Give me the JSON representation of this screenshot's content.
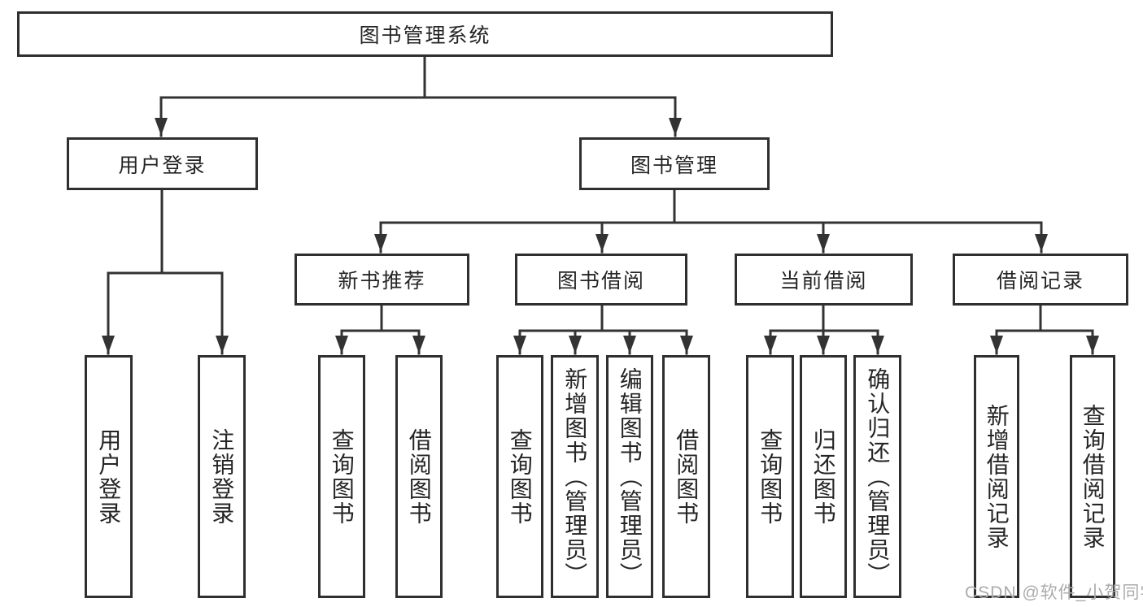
{
  "diagram": {
    "title": "图书管理系统",
    "tree": {
      "root": "图书管理系统",
      "user_login": {
        "label": "用户登录",
        "children": {
          "login": "用户登录",
          "logout": "注销登录"
        }
      },
      "book_mgmt": {
        "label": "图书管理",
        "children": {
          "new_rec": {
            "label": "新书推荐",
            "children": {
              "query_book": "查询图书",
              "borrow_book": "借阅图书"
            }
          },
          "book_borrow": {
            "label": "图书借阅",
            "children": {
              "query_book": "查询图书",
              "add_book": "新增图书（管理员）",
              "edit_book": "编辑图书（管理员）",
              "borrow_book": "借阅图书"
            }
          },
          "current_borrow": {
            "label": "当前借阅",
            "children": {
              "query_book": "查询图书",
              "return_book": "归还图书",
              "confirm_return": "确认归还（管理员）"
            }
          },
          "borrow_record": {
            "label": "借阅记录",
            "children": {
              "add_record": "新增借阅记录",
              "query_record": "查询借阅记录"
            }
          }
        }
      }
    },
    "colors": {
      "line": "#333333",
      "box_border": "#2f2f2f",
      "text": "#252525",
      "background": "#ffffff",
      "watermark": "#ababab"
    }
  },
  "watermark": {
    "text": "CSDN @软件_小贺同学"
  }
}
